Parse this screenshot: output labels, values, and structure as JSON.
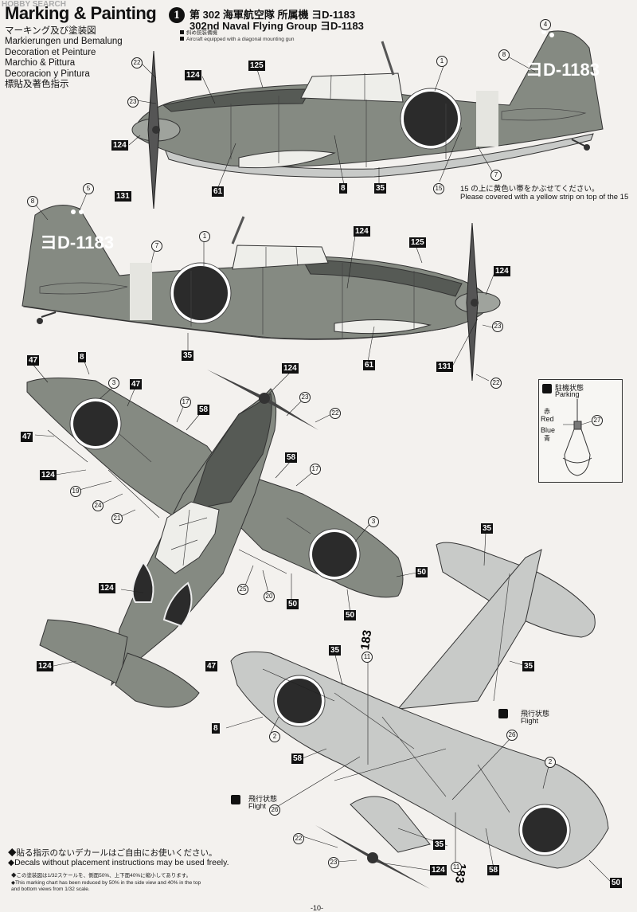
{
  "header": {
    "watermark": "HOBBY SEARCH",
    "title": "Marking & Painting",
    "languages": [
      "マーキング及び塗装図",
      "Markierungen und Bemalung",
      "Decoration et Peinture",
      "Marchio & Pittura",
      "Decoracion y Pintura",
      "標貼及著色指示"
    ]
  },
  "scheme": {
    "number": "1",
    "title_jp": "第 302 海軍航空隊 所属機 ヨD-1183",
    "title_en": "302nd Naval Flying Group ヨD-1183",
    "legend1": "斜め銃装備機",
    "legend2": "Aircraft equipped with a diagonal mounting gun",
    "tail_code": "ヨD-1183",
    "wing_code": "183"
  },
  "note": {
    "jp": "の上に黄色い帯をかぶせてください。",
    "en": "Please covered with a yellow strip on top of the",
    "ref": "15"
  },
  "detail": {
    "parking_jp": "駐機状態",
    "parking_en": "Parking",
    "red_jp": "赤",
    "red_en": "Red",
    "blue_en": "Blue",
    "blue_jp": "青",
    "ref": "27"
  },
  "flight": {
    "jp": "飛行状態",
    "en": "Flight"
  },
  "footer": {
    "jp": "◆貼る指示のないデカールはご自由にお使いください。",
    "en": "◆Decals without placement instructions may be used freely.",
    "small_jp": "◆この塗装図は1/32スケールを、側面50%、上下面40%に縮小してあります。",
    "small_en1": "◆This marking chart has been reduced by 50% in the side view and 40% in the top",
    "small_en2": "and bottom views from 1/32 scale.",
    "page": "-10-"
  },
  "colors": {
    "gray": "#858a82",
    "dark": "#565a55",
    "light": "#c8cac8",
    "hinomaru": "#2b2b2b"
  }
}
